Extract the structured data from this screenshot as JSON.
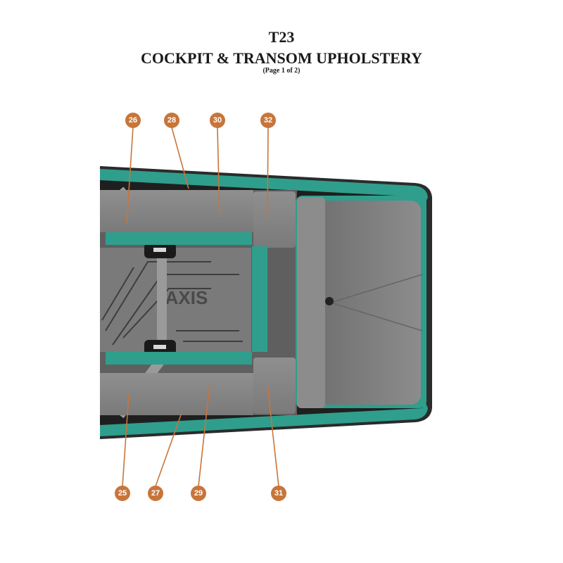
{
  "header": {
    "model": "T23",
    "title": "COCKPIT & TRANSOM UPHOLSTERY",
    "page": "(Page 1 of 2)"
  },
  "floor_logo": "AXIS",
  "callouts": [
    "26",
    "28",
    "30",
    "32",
    "25",
    "27",
    "29",
    "31"
  ],
  "colors": {
    "callout": "#c8753a",
    "teal": "#2f9e8c",
    "cushion": "#8a8a8a",
    "deck": "#5f5f5f",
    "hull": "#2b2b2b"
  }
}
